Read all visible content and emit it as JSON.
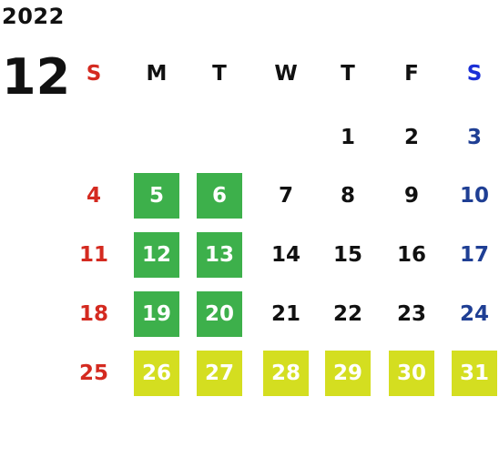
{
  "year": "2022",
  "month": "12",
  "weekdays": [
    "S",
    "M",
    "T",
    "W",
    "T",
    "F",
    "S"
  ],
  "weeks": [
    [
      "",
      "",
      "",
      "",
      "1",
      "2",
      "3"
    ],
    [
      "4",
      "5",
      "6",
      "7",
      "8",
      "9",
      "10"
    ],
    [
      "11",
      "12",
      "13",
      "14",
      "15",
      "16",
      "17"
    ],
    [
      "18",
      "19",
      "20",
      "21",
      "22",
      "23",
      "24"
    ],
    [
      "25",
      "26",
      "27",
      "28",
      "29",
      "30",
      "31"
    ]
  ],
  "highlights": {
    "green": [
      "5",
      "6",
      "12",
      "13",
      "19",
      "20"
    ],
    "yellow": [
      "26",
      "27",
      "28",
      "29",
      "30",
      "31"
    ]
  },
  "colors": {
    "sunday": "#d42a20",
    "saturday_header": "#1a2fd6",
    "saturday": "#1f3f94",
    "green_highlight": "#3db04b",
    "yellow_highlight": "#d4de20",
    "text": "#111111"
  }
}
